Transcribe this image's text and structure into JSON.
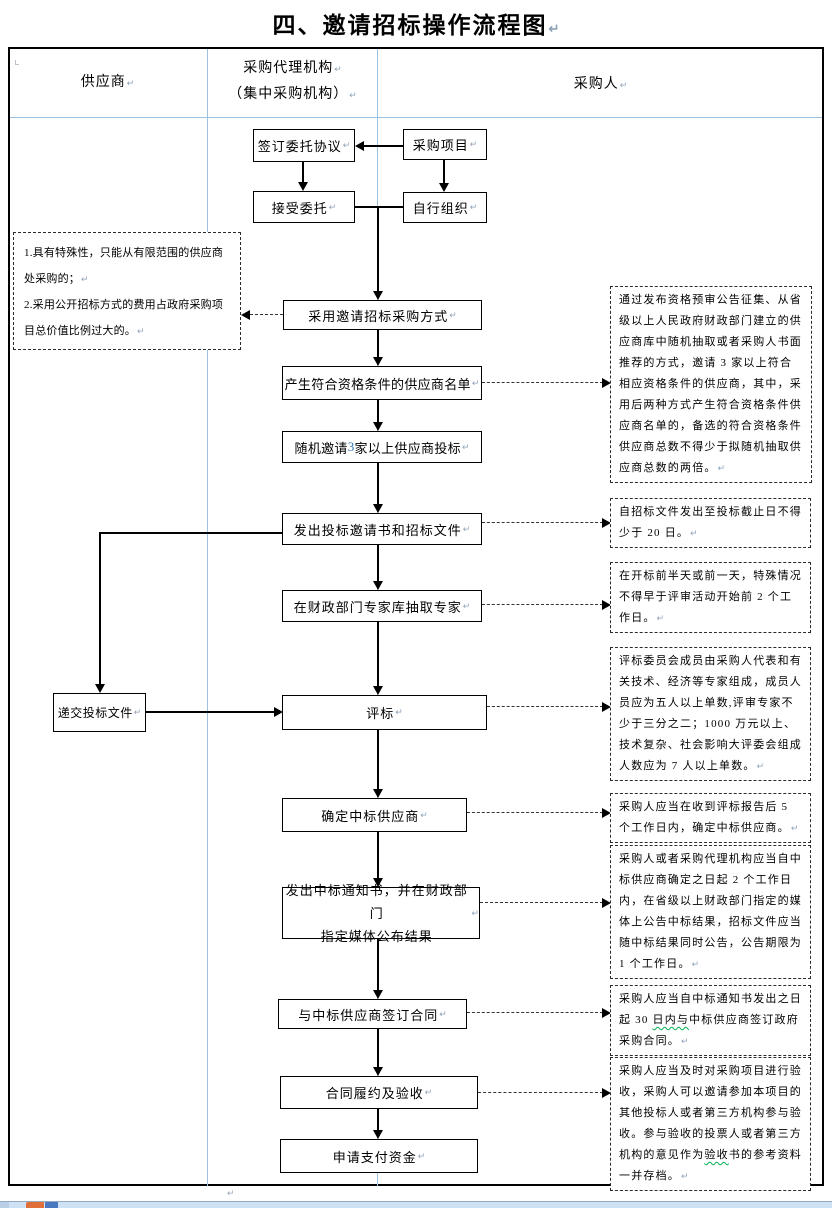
{
  "page": {
    "title": "四、邀请招标操作流程图",
    "pilcrow": "↵"
  },
  "lanes": {
    "supplier": "供应商",
    "agency_line1": "采购代理机构",
    "agency_line2": "（集中采购机构）",
    "purchaser": "采购人"
  },
  "boxes": {
    "sign_entrust_agreement": "签订委托协议",
    "procurement_project": "采购项目",
    "accept_entrust": "接受委托",
    "self_organize": "自行组织",
    "adopt_invitation_method": "采用邀请招标采购方式",
    "generate_supplier_list": "产生符合资格条件的供应商名单",
    "random_invite_pre": "随机邀请 ",
    "random_invite_num": "3",
    "random_invite_post": " 家以上供应商投标",
    "issue_invitation_docs": "发出投标邀请书和招标文件",
    "draw_experts": "在财政部门专家库抽取专家",
    "bid_evaluation": "评标",
    "determine_winner": "确定中标供应商",
    "issue_award_notice": "发出中标通知书，并在财政部门\n指定媒体公布结果",
    "sign_contract": "与中标供应商签订合同",
    "contract_performance": "合同履约及验收",
    "apply_payment": "申请支付资金",
    "submit_bid_docs": "递交投标文件"
  },
  "notes": {
    "left_1": "1.具有特殊性，只能从有限范围的供应商处采购的；",
    "left_2": "2.采用公开招标方式的费用占政府采购项目总价值比例过大的。",
    "qualification": "通过发布资格预审公告征集、从省级以上人民政府财政部门建立的供应商库中随机抽取或者采购人书面推荐的方式，邀请 3 家以上符合相应资格条件的供应商，其中，采用后两种方式产生符合资格条件供应商名单的，备选的符合资格条件供应商总数不得少于拟随机抽取供应商总数的两倍。",
    "deadline_20": "自招标文件发出至投标截止日不得少于 20 日。",
    "expert_timing": "在开标前半天或前一天，特殊情况不得早于评审活动开始前 2 个工作日。",
    "committee": "评标委员会成员由采购人代表和有关技术、经济等专家组成，成员人员应为五人以上单数,评审专家不少于三分之二；1000 万元以上、技术复杂、社会影响大评委会组成人数应为 7 人以上单数。",
    "determine_5days": "采购人应当在收到评标报告后 5 个工作日内，确定中标供应商。",
    "announce": "采购人或者采购代理机构应当自中标供应商确定之日起 2 个工作日内，在省级以上财政部门指定的媒体上公告中标结果，招标文件应当随中标结果同时公告，公告期限为 1 个工作日。",
    "contract_30_pre": "采购人应当自中标通知书发出之日起 30 ",
    "contract_30_sq": "日内与",
    "contract_30_post": "中标供应商签订政府采购合同。",
    "acceptance_pre": "采购人应当及时对采购项目进行验收，采购人可以邀请参加本项目的其他投标人或者第三方机构参与验收。参与验收的投票人或者第三方机构的意见作为",
    "acceptance_sq": "验收",
    "acceptance_post": "书的参考资料一并存档。"
  },
  "colors": {
    "divider_blue": "#9cc2e5",
    "number_blue": "#2e75b6",
    "squiggle_green": "#00b050",
    "taskbar_blue": "#cfe2f5"
  }
}
